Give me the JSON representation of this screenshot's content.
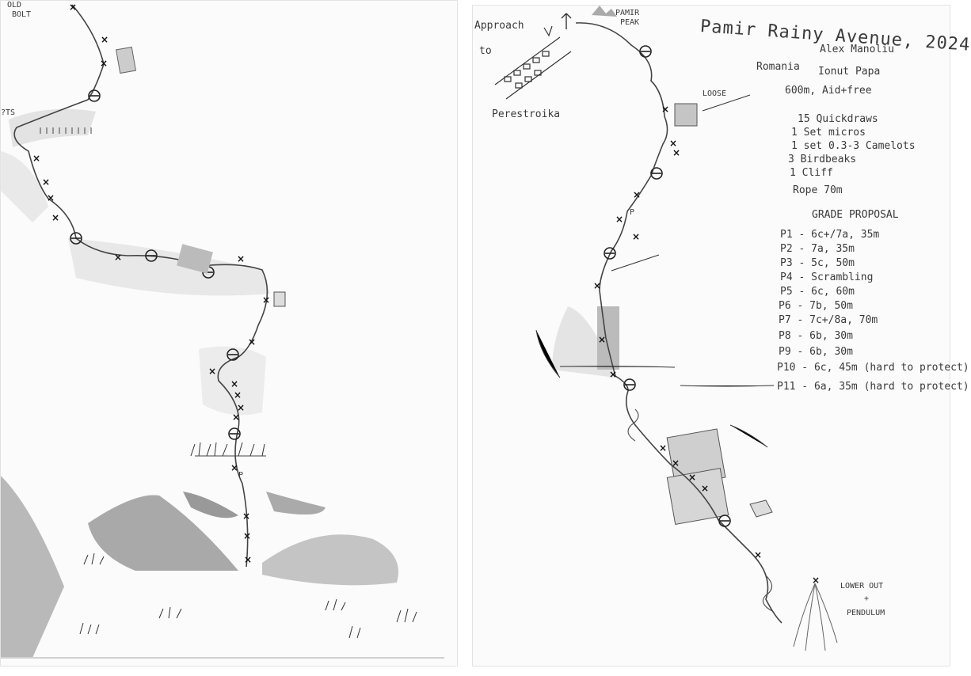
{
  "left": {
    "label_top": "OLD\nBOLT",
    "label_top_1": "OLD",
    "label_top_2": "BOLT",
    "label_side": "?TS",
    "piton_letter": "P"
  },
  "right": {
    "title": "Pamir Rainy Avenue, 2024",
    "peak_label_1": "PAMIR",
    "peak_label_2": "PEAK",
    "approach_1": "Approach",
    "approach_2": "to",
    "approach_3": "Perestroika",
    "loose": "LOOSE",
    "team": {
      "country": "Romania",
      "climber_1": "Alex Manoliu",
      "climber_2": "Ionut Papa"
    },
    "length": "600m, Aid+free",
    "gear": [
      "15 Quickdraws",
      "1 Set micros",
      "1 set 0.3-3 Camelots",
      "3 Birdbeaks",
      "1 Cliff",
      "Rope 70m"
    ],
    "grade_heading": "GRADE PROPOSAL",
    "grades": [
      "P1 - 6c+/7a, 35m",
      "P2 - 7a, 35m",
      "P3 - 5c, 50m",
      "P4 - Scrambling",
      "P5 - 6c, 60m",
      "P6 - 7b, 50m",
      "P7 - 7c+/8a, 70m",
      "P8 - 6b, 30m",
      "P9 - 6b, 30m",
      "P10 - 6c, 45m (hard to protect)",
      "P11 - 6a, 35m (hard to protect)"
    ],
    "lower_out_1": "LOWER OUT",
    "lower_out_2": "+",
    "lower_out_3": "PENDULUM",
    "piton_letter": "P"
  },
  "colors": {
    "pencil": "#3a3a3a",
    "shade": "#c8c8c8",
    "paper": "#fbfbfb"
  }
}
